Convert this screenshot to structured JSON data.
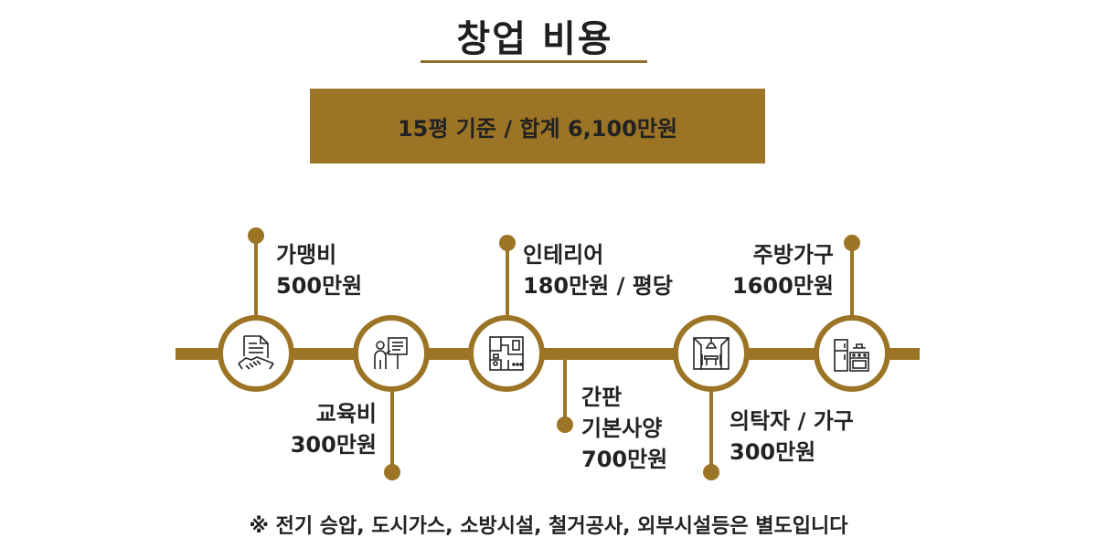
{
  "title": "창업 비용",
  "banner": "15평 기준 / 합계 6,100만원",
  "items": [
    {
      "name": "가맹비",
      "cost": "500만원",
      "icon": "handshake-contract-icon"
    },
    {
      "name": "교육비",
      "cost": "300만원",
      "icon": "presentation-icon"
    },
    {
      "name": "인테리어",
      "cost": "180만원 / 평당",
      "icon": "floor-plan-icon"
    },
    {
      "name1": "간판",
      "name2": "기본사양",
      "cost": "700만원",
      "icon": "dining-room-icon"
    },
    {
      "name": "의탁자 / 가구",
      "cost": "300만원"
    },
    {
      "name": "주방가구",
      "cost": "1600만원",
      "icon": "kitchen-appliances-icon"
    }
  ],
  "footnote": "※ 전기 승압, 도시가스, 소방시설, 철거공사, 외부시설등은 별도입니다",
  "colors": {
    "accent": "#9c7425",
    "text": "#222222"
  }
}
